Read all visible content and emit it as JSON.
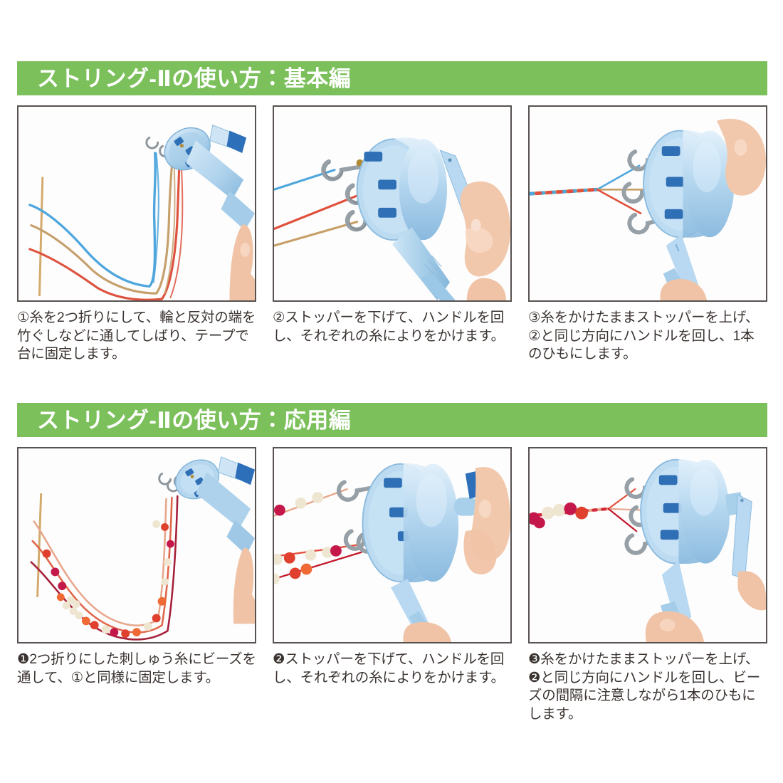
{
  "page": {
    "background_color": "#ffffff",
    "accent_green": "#7cc05c",
    "caption_color": "#3a3330",
    "frame_color": "#585250"
  },
  "sections": [
    {
      "id": "basic",
      "title": "ストリング-Ⅱの使い方：基本編",
      "steps": [
        {
          "marker": "①",
          "caption": "①糸を2つ折りにして、輪と反対の端を竹ぐしなどに通してしばり、テープで台に固定します。",
          "photo_alt": "水色のストリング-Ⅱ本体のフックに青・茶・赤の糸をかけ、竹ぐしに通して台に固定した写真"
        },
        {
          "marker": "②",
          "caption": "②ストッパーを下げて、ハンドルを回し、それぞれの糸によりをかけます。",
          "photo_alt": "3本の金属フックに青・赤・茶の糸をかけ、手でハンドルを回している写真"
        },
        {
          "marker": "③",
          "caption": "③糸をかけたままストッパーを上げ、②と同じ方向にハンドルを回し、1本のひもにします。",
          "photo_alt": "3本の糸がより合わさって1本のひもになった写真"
        }
      ]
    },
    {
      "id": "applied",
      "title": "ストリング-Ⅱの使い方：応用編",
      "steps": [
        {
          "marker": "❶",
          "caption": "❶2つ折りにした刺しゅう糸にビーズを通して、①と同様に固定します。",
          "photo_alt": "赤・オレンジ・生成りのビーズを通した刺しゅう糸を竹ぐしで固定した写真"
        },
        {
          "marker": "❷",
          "caption": "❷ストッパーを下げて、ハンドルを回し、それぞれの糸によりをかけます。",
          "photo_alt": "ビーズを通した糸をフックにかけ、ハンドルを回している写真"
        },
        {
          "marker": "❸",
          "caption": "❸糸をかけたままストッパーを上げ、❷と同じ方向にハンドルを回し、ビーズの間隔に注意しながら1本のひもにします。",
          "photo_alt": "ビーズ入りの糸がより合わさって1本のひもになった写真"
        }
      ]
    }
  ],
  "photo_palette": {
    "body_light_blue": "#b6d7ee",
    "body_mid_blue": "#9ec8e6",
    "body_shadow_blue": "#7fb2d8",
    "accent_dark_blue": "#2f6fb5",
    "crank_blue": "#2d6fb8",
    "hook_metal": "#9aa3a8",
    "hook_metal_dark": "#6e777c",
    "brass": "#b08a33",
    "thread_blue": "#4aa3dd",
    "thread_red": "#e0503c",
    "thread_tan": "#c9a06a",
    "bead_crimson": "#c4184a",
    "bead_red": "#e0402e",
    "bead_orange": "#ef6a35",
    "bead_cream": "#efe6d2",
    "skewer": "#d2a869",
    "skin": "#f0c3a6",
    "skin_shadow": "#dba98c"
  }
}
